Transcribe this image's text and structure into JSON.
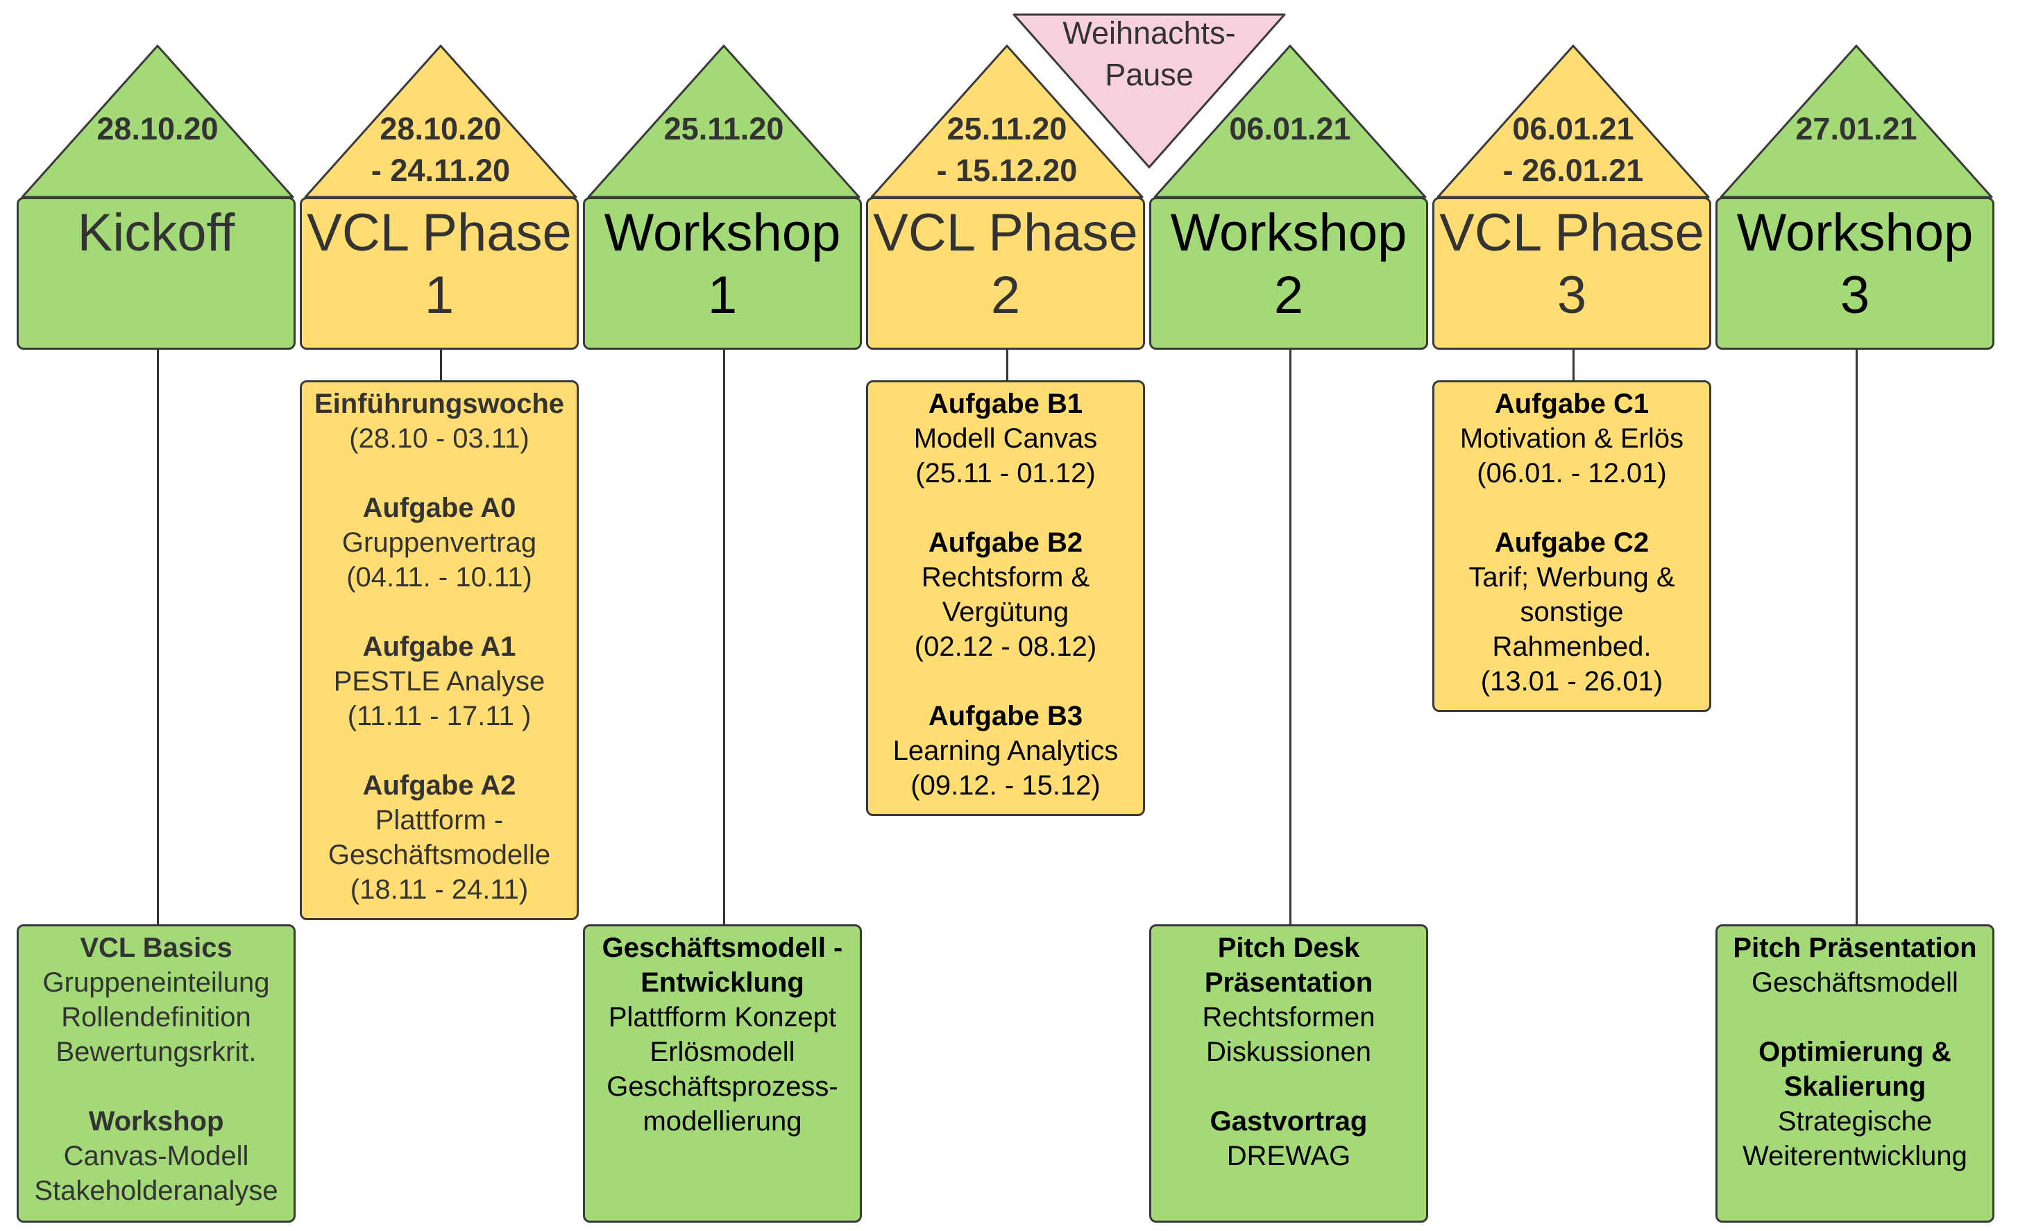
{
  "colors": {
    "green": "#a3d977",
    "yellow": "#ffdd73",
    "pink": "#f8d0dc",
    "border": "#3a3a3a"
  },
  "pause": {
    "lines": [
      "Weihnachts-",
      "Pause"
    ]
  },
  "columns": [
    {
      "id": "kickoff",
      "color": "green",
      "date_lines": [
        "28.10.20"
      ],
      "title_lines": [
        "Kickoff"
      ],
      "detail_position": "bottom",
      "details": [
        {
          "text": "VCL Basics",
          "bold": true
        },
        {
          "text": "Gruppeneinteilung",
          "bold": false
        },
        {
          "text": "Rollendefinition",
          "bold": false
        },
        {
          "text": "Bewertungsrkrit.",
          "bold": false
        },
        {
          "text": "",
          "bold": false
        },
        {
          "text": "Workshop",
          "bold": true
        },
        {
          "text": "Canvas-Modell",
          "bold": false
        },
        {
          "text": "Stakeholderanalyse",
          "bold": false
        }
      ]
    },
    {
      "id": "vcl-phase-1",
      "color": "yellow",
      "date_lines": [
        "28.10.20",
        "- 24.11.20"
      ],
      "title_lines": [
        "VCL Phase",
        "1"
      ],
      "detail_position": "top",
      "details": [
        {
          "text": "Einführungswoche",
          "bold": true
        },
        {
          "text": "(28.10 - 03.11)",
          "bold": false
        },
        {
          "text": "",
          "bold": false
        },
        {
          "text": "Aufgabe A0",
          "bold": true
        },
        {
          "text": "Gruppenvertrag",
          "bold": false
        },
        {
          "text": "(04.11. - 10.11)",
          "bold": false
        },
        {
          "text": "",
          "bold": false
        },
        {
          "text": "Aufgabe A1",
          "bold": true
        },
        {
          "text": "PESTLE Analyse",
          "bold": false
        },
        {
          "text": "(11.11 - 17.11 )",
          "bold": false
        },
        {
          "text": "",
          "bold": false
        },
        {
          "text": "Aufgabe A2",
          "bold": true
        },
        {
          "text": "Plattform -",
          "bold": false
        },
        {
          "text": "Geschäftsmodelle",
          "bold": false
        },
        {
          "text": "(18.11 - 24.11)",
          "bold": false
        }
      ]
    },
    {
      "id": "workshop-1",
      "color": "green",
      "date_lines": [
        "25.11.20"
      ],
      "title_lines": [
        "Workshop",
        "1"
      ],
      "detail_position": "bottom",
      "details": [
        {
          "text": "Geschäftsmodell -",
          "bold": true
        },
        {
          "text": "Entwicklung",
          "bold": true
        },
        {
          "text": "Plattfform Konzept",
          "bold": false
        },
        {
          "text": "Erlösmodell",
          "bold": false
        },
        {
          "text": "Geschäftsprozess-",
          "bold": false
        },
        {
          "text": "modellierung",
          "bold": false
        }
      ]
    },
    {
      "id": "vcl-phase-2",
      "color": "yellow",
      "date_lines": [
        "25.11.20",
        "- 15.12.20"
      ],
      "title_lines": [
        "VCL Phase",
        "2"
      ],
      "detail_position": "top",
      "details": [
        {
          "text": "Aufgabe B1",
          "bold": true
        },
        {
          "text": "Modell Canvas",
          "bold": false
        },
        {
          "text": "(25.11 - 01.12)",
          "bold": false
        },
        {
          "text": "",
          "bold": false
        },
        {
          "text": "Aufgabe B2",
          "bold": true
        },
        {
          "text": "Rechtsform &",
          "bold": false
        },
        {
          "text": "Vergütung",
          "bold": false
        },
        {
          "text": "(02.12 - 08.12)",
          "bold": false
        },
        {
          "text": "",
          "bold": false
        },
        {
          "text": "Aufgabe B3",
          "bold": true
        },
        {
          "text": "Learning Analytics",
          "bold": false
        },
        {
          "text": "(09.12. - 15.12)",
          "bold": false
        }
      ]
    },
    {
      "id": "workshop-2",
      "color": "green",
      "date_lines": [
        "06.01.21"
      ],
      "title_lines": [
        "Workshop",
        "2"
      ],
      "detail_position": "bottom",
      "details": [
        {
          "text": "Pitch Desk",
          "bold": true
        },
        {
          "text": "Präsentation",
          "bold": true
        },
        {
          "text": "Rechtsformen",
          "bold": false
        },
        {
          "text": "Diskussionen",
          "bold": false
        },
        {
          "text": "",
          "bold": false
        },
        {
          "text": "Gastvortrag",
          "bold": true
        },
        {
          "text": "DREWAG",
          "bold": false
        }
      ]
    },
    {
      "id": "vcl-phase-3",
      "color": "yellow",
      "date_lines": [
        "06.01.21",
        "- 26.01.21"
      ],
      "title_lines": [
        "VCL Phase",
        "3"
      ],
      "detail_position": "top",
      "details": [
        {
          "text": "Aufgabe C1",
          "bold": true
        },
        {
          "text": "Motivation & Erlös",
          "bold": false
        },
        {
          "text": "(06.01. - 12.01)",
          "bold": false
        },
        {
          "text": "",
          "bold": false
        },
        {
          "text": "Aufgabe C2",
          "bold": true
        },
        {
          "text": "Tarif; Werbung &",
          "bold": false
        },
        {
          "text": "sonstige",
          "bold": false
        },
        {
          "text": "Rahmenbed.",
          "bold": false
        },
        {
          "text": "(13.01 - 26.01)",
          "bold": false
        }
      ]
    },
    {
      "id": "workshop-3",
      "color": "green",
      "date_lines": [
        "27.01.21"
      ],
      "title_lines": [
        "Workshop",
        "3"
      ],
      "detail_position": "bottom",
      "details": [
        {
          "text": "Pitch Präsentation",
          "bold": true
        },
        {
          "text": "Geschäftsmodell",
          "bold": false
        },
        {
          "text": "",
          "bold": false
        },
        {
          "text": "Optimierung &",
          "bold": true
        },
        {
          "text": "Skalierung",
          "bold": true
        },
        {
          "text": "Strategische",
          "bold": false
        },
        {
          "text": "Weiterentwicklung",
          "bold": false
        }
      ]
    }
  ]
}
